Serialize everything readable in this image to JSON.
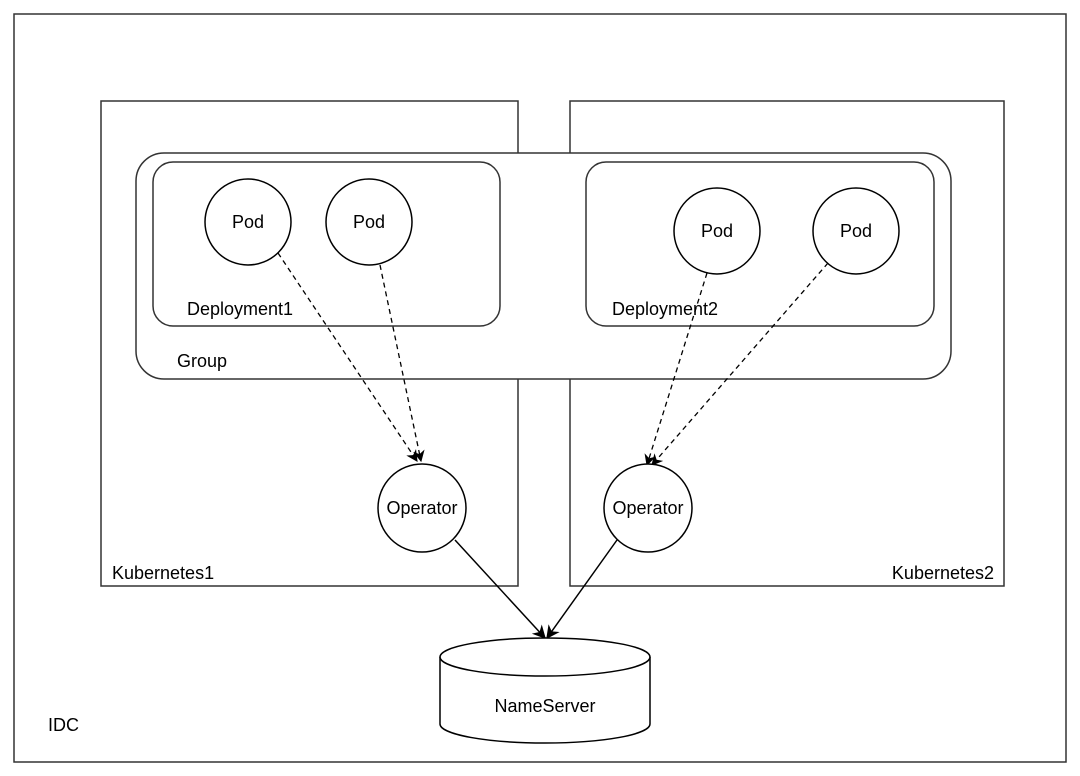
{
  "idc": {
    "label": "IDC"
  },
  "clusters": [
    {
      "label": "Kubernetes1"
    },
    {
      "label": "Kubernetes2"
    }
  ],
  "group": {
    "label": "Group"
  },
  "deployments": [
    {
      "label": "Deployment1"
    },
    {
      "label": "Deployment2"
    }
  ],
  "pods": [
    {
      "label": "Pod"
    },
    {
      "label": "Pod"
    },
    {
      "label": "Pod"
    },
    {
      "label": "Pod"
    }
  ],
  "operators": [
    {
      "label": "Operator"
    },
    {
      "label": "Operator"
    }
  ],
  "nameserver": {
    "label": "NameServer"
  },
  "colors": {
    "stroke": "#000000",
    "background": "#ffffff"
  }
}
